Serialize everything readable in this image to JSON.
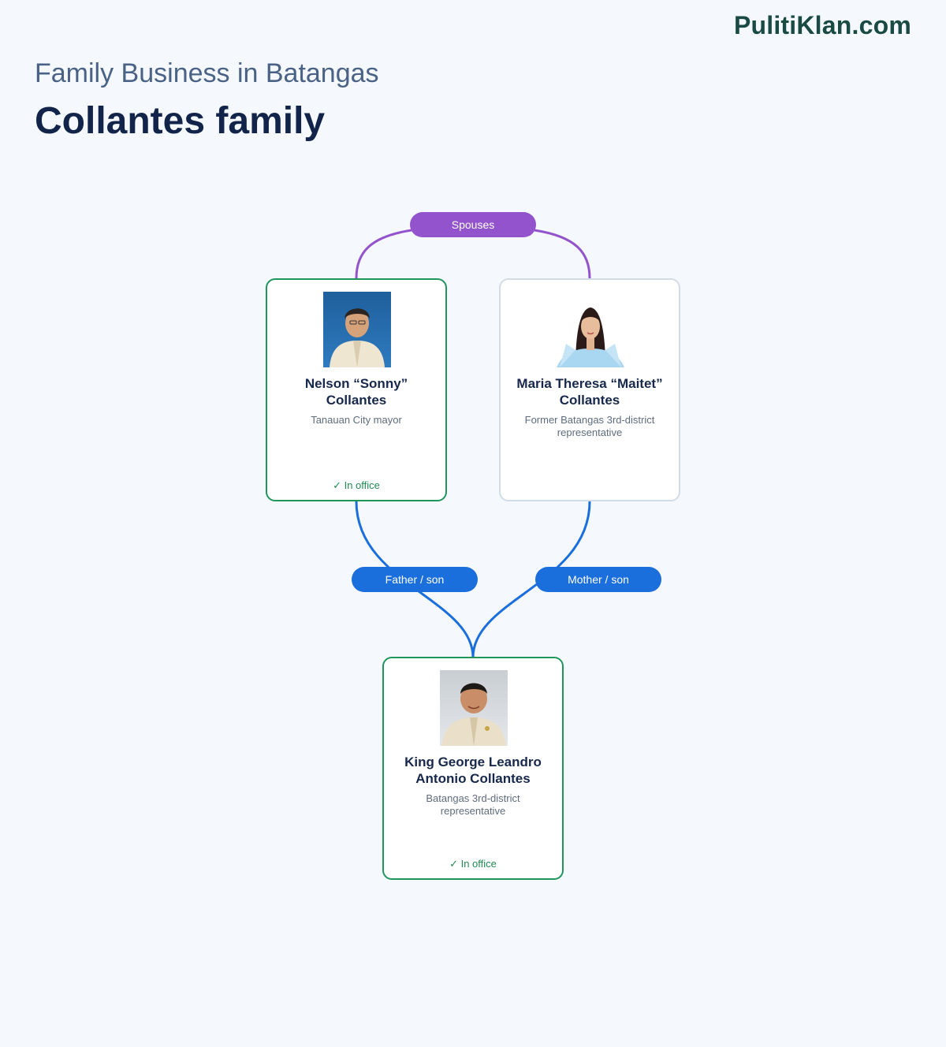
{
  "brand": "PulitiKlan.com",
  "subtitle": "Family Business in Batangas",
  "title": "Collantes family",
  "relations": {
    "spouses": "Spouses",
    "father_son": "Father / son",
    "mother_son": "Mother / son"
  },
  "colors": {
    "spouse_link": "#9353cc",
    "parent_link": "#1b6fdc",
    "in_office_border": "#1f955c",
    "former_border": "#d2dce7"
  },
  "people": {
    "nelson": {
      "name": "Nelson “Sonny” Collantes",
      "role": "Tanauan City mayor",
      "status": "✓ In office",
      "photo": "portrait-photo"
    },
    "maitet": {
      "name": "Maria Theresa “Maitet” Collantes",
      "role": "Former Batangas 3rd-district representative",
      "photo": "portrait-photo"
    },
    "king": {
      "name": "King George Leandro Antonio Collantes",
      "role": "Batangas 3rd-district representative",
      "status": "✓ In office",
      "photo": "portrait-photo"
    }
  }
}
